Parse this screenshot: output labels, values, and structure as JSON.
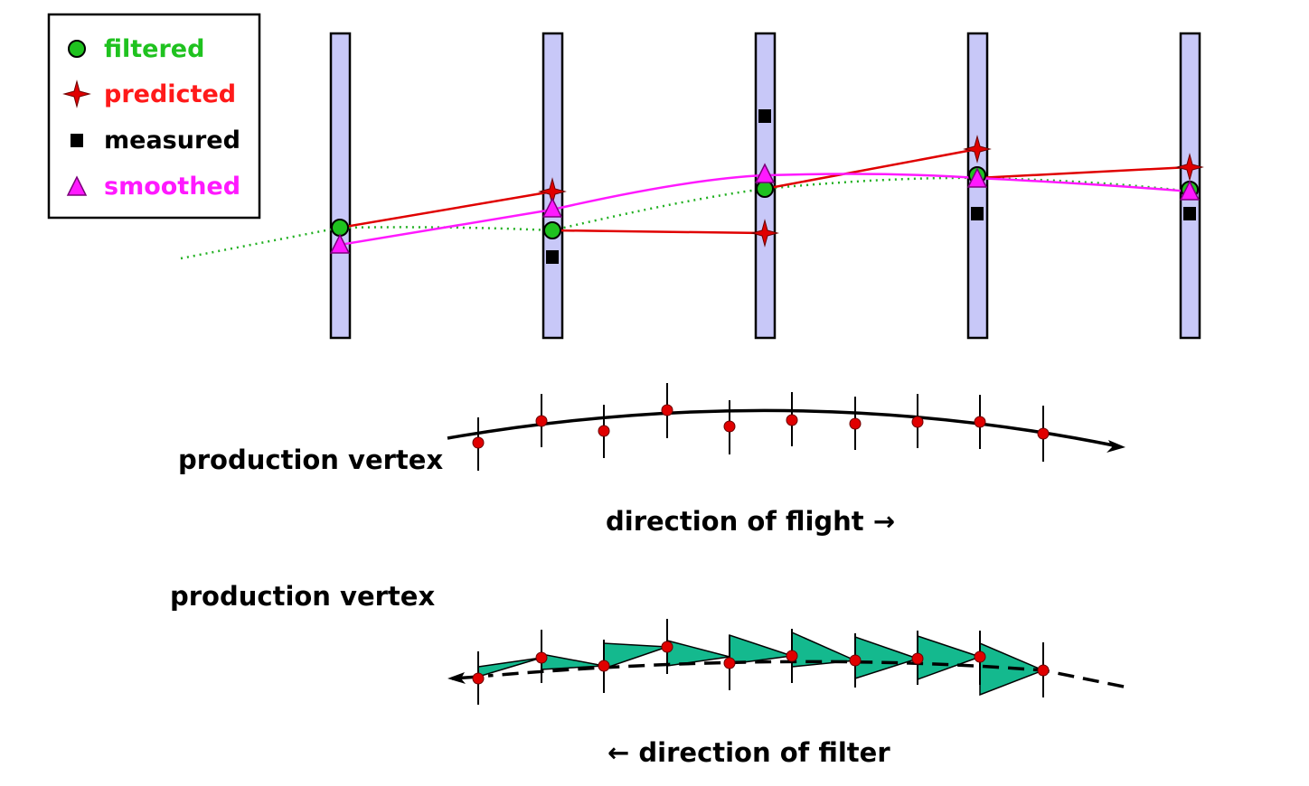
{
  "legend": {
    "filtered": {
      "label": "filtered",
      "color": "#1fc21f",
      "icon": "green-circle"
    },
    "predicted": {
      "label": "predicted",
      "color": "#ff1a1a",
      "icon": "red-four-point-star"
    },
    "measured": {
      "label": "measured",
      "color": "#000000",
      "icon": "black-square"
    },
    "smoothed": {
      "label": "smoothed",
      "color": "#ff19ff",
      "icon": "magenta-triangle"
    }
  },
  "labels": {
    "production_vertex_1": "production vertex",
    "direction_of_flight": "direction of flight →",
    "production_vertex_2": "production vertex",
    "direction_of_filter": "← direction of filter"
  },
  "colors": {
    "detector_fill": "#c8c8f8",
    "filtered": "#1fc21f",
    "predicted": "#e00000",
    "smoothed": "#ff19ff",
    "true_track": "#22b022",
    "hit": "#e00000",
    "cone": "#14b98e"
  }
}
